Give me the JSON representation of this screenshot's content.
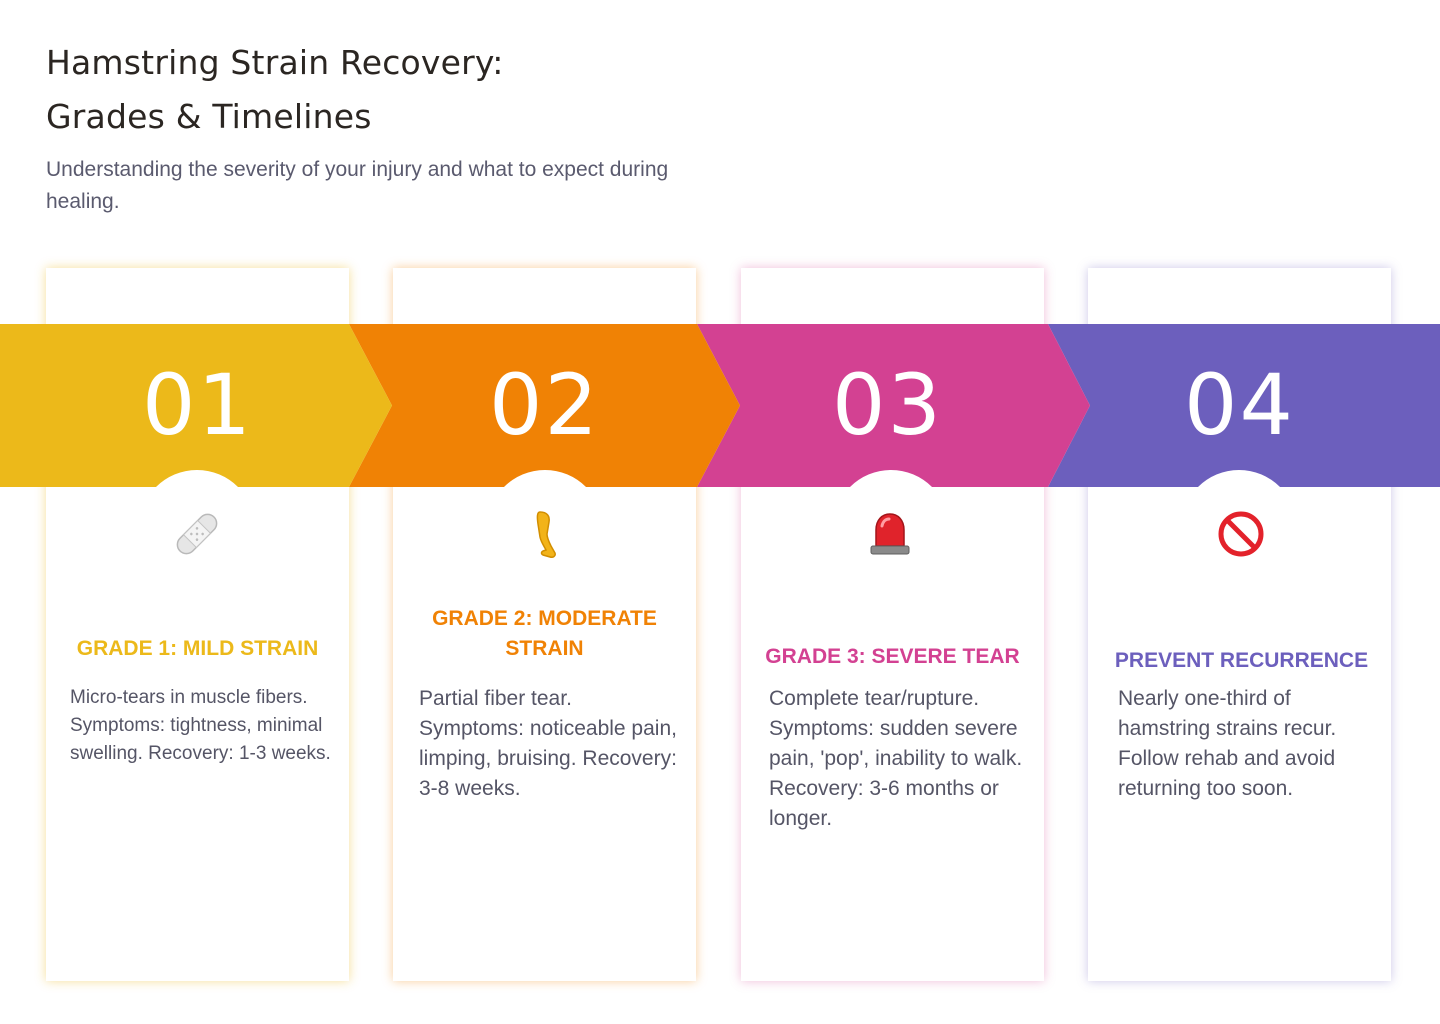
{
  "header": {
    "title_line1": "Hamstring Strain Recovery:",
    "title_line2": "Grades & Timelines",
    "subtitle": "Understanding the severity of your injury and what to expect during healing."
  },
  "steps": [
    {
      "number": "01",
      "color": "#ecb91a",
      "icon": "bandage-icon",
      "title": "GRADE 1: MILD STRAIN",
      "body": "Micro-tears in muscle fibers. Symptoms: tightness, minimal swelling. Recovery: 1-3 weeks."
    },
    {
      "number": "02",
      "color": "#f08205",
      "icon": "leg-icon",
      "title": "GRADE 2: MODERATE STRAIN",
      "body": "Partial fiber tear. Symptoms: noticeable pain, limping, bruising. Recovery: 3-8 weeks."
    },
    {
      "number": "03",
      "color": "#d34192",
      "icon": "siren-icon",
      "title": "GRADE 3: SEVERE TEAR",
      "body": "Complete tear/rupture. Symptoms: sudden severe pain, 'pop', inability to walk. Recovery: 3-6 months or longer."
    },
    {
      "number": "04",
      "color": "#6c5fbd",
      "icon": "prohibited-icon",
      "title": "PREVENT RECURRENCE",
      "body": "Nearly one-third of hamstring strains recur. Follow rehab and avoid returning too soon."
    }
  ]
}
